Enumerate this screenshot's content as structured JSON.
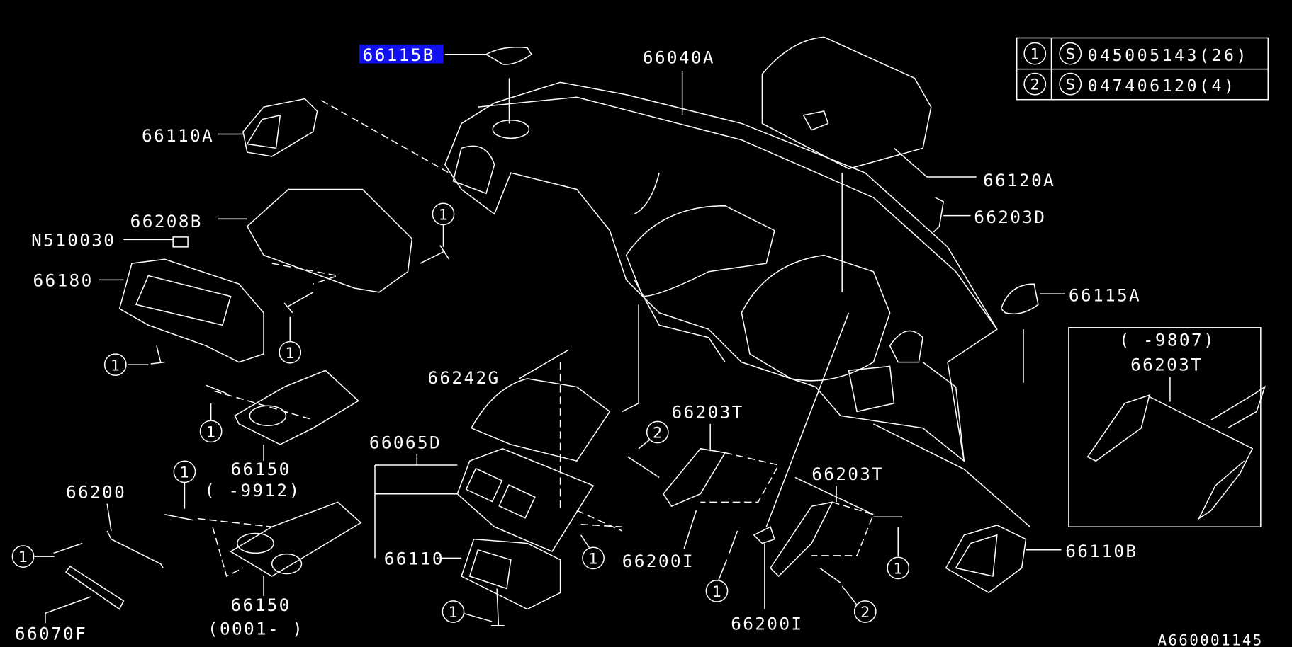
{
  "highlight_color": "#1010f0",
  "labels": {
    "p66115B": "66115B",
    "p66040A": "66040A",
    "p66110A": "66110A",
    "p66208B": "66208B",
    "pN510030": "N510030",
    "p66180": "66180",
    "p66120A": "66120A",
    "p66203D": "66203D",
    "p66115A": "66115A",
    "inset_range": "(   -9807)",
    "inset_part": "66203T",
    "p66242G": "66242G",
    "p66065D": "66065D",
    "p66203T_a": "66203T",
    "p66203T_b": "66203T",
    "p66150_a": "66150",
    "p66150_a_range": "(   -9912)",
    "p66200": "66200",
    "p66110": "66110",
    "p66200I_a": "66200I",
    "p66110B": "66110B",
    "p66150_b": "66150",
    "p66150_b_range": "(0001-   )",
    "p66070F": "66070F",
    "p66200I_b": "66200I",
    "diagram_id": "A660001145"
  },
  "fastener_table": [
    {
      "ref": "1",
      "std": "S",
      "part": "045005143(26)"
    },
    {
      "ref": "2",
      "std": "S",
      "part": "047406120(4)"
    }
  ],
  "callouts": {
    "one": "1",
    "two": "2"
  }
}
